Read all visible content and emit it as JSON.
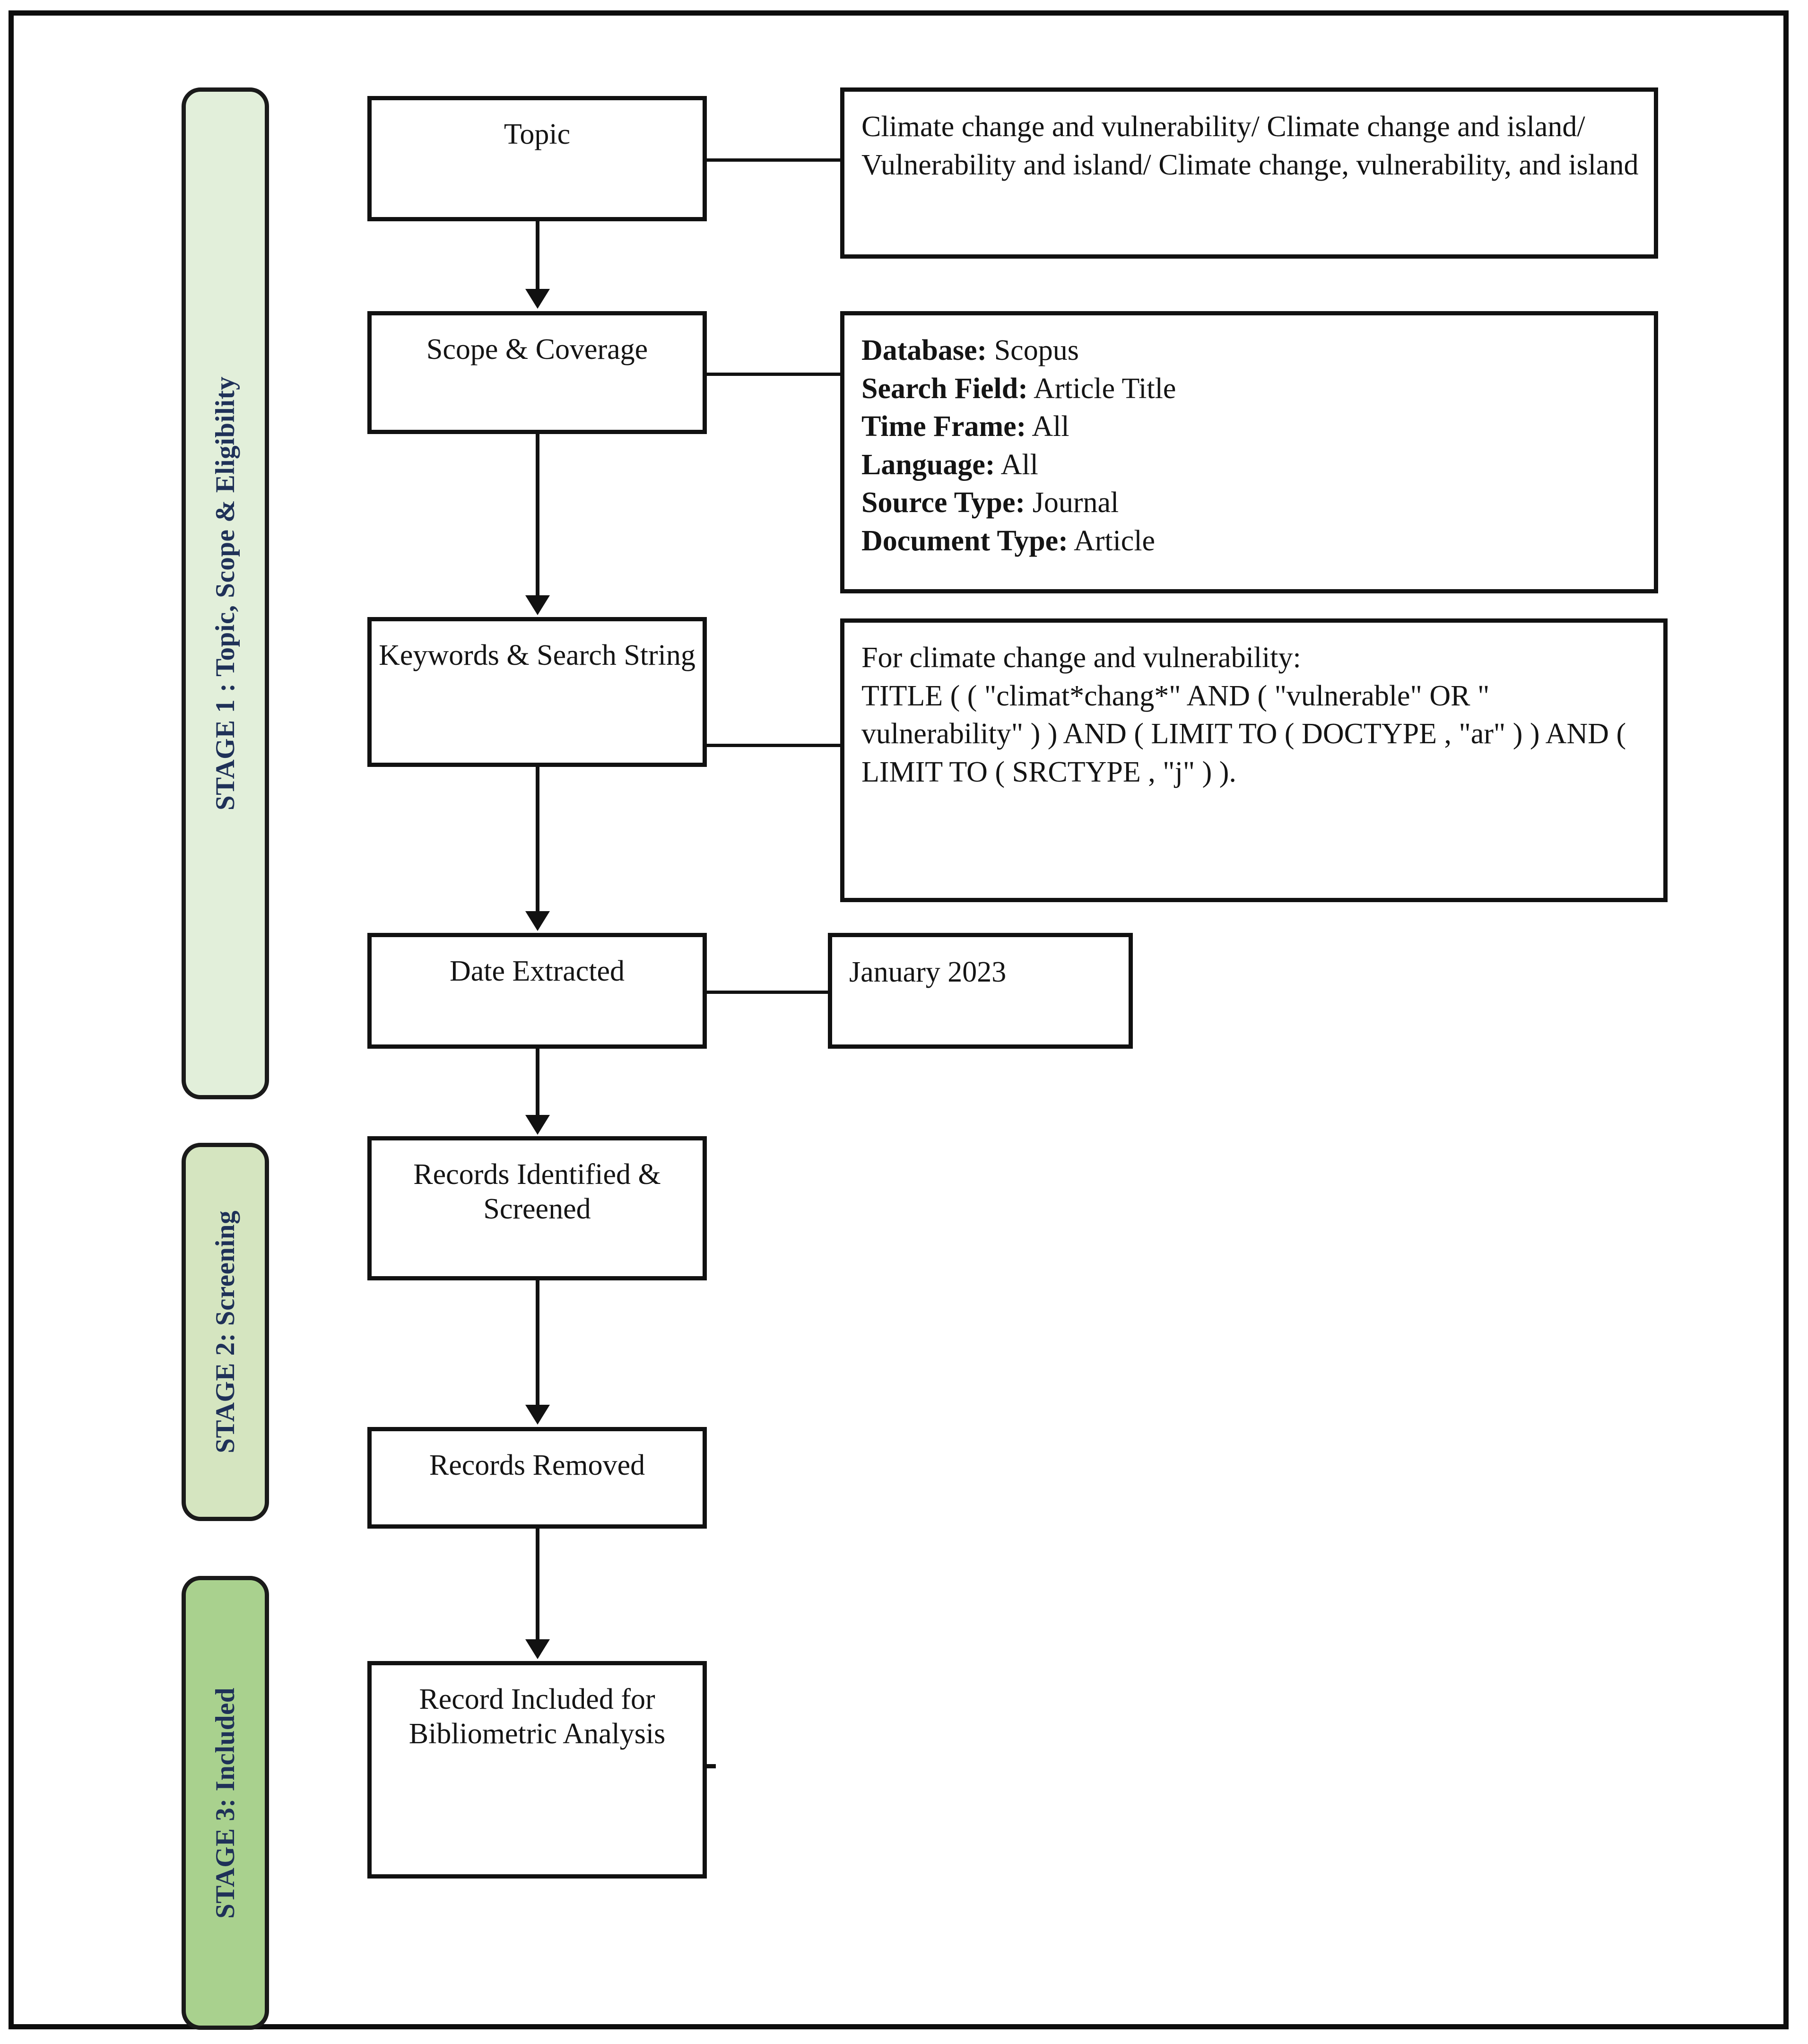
{
  "diagram": {
    "title": "PRISMA-style bibliometric search flow",
    "colors": {
      "stage1_fill": "#e2efda",
      "stage2_fill": "#d5e5c0",
      "stage3_fill": "#a9d18e",
      "stage_label_text": "#1f3158",
      "outline": "#111111"
    },
    "stages": [
      {
        "id": "stage-1",
        "label": "STAGE 1 : Topic, Scope & Eligibility"
      },
      {
        "id": "stage-2",
        "label": "STAGE 2: Screening"
      },
      {
        "id": "stage-3",
        "label": "STAGE 3: Included"
      }
    ],
    "process_boxes": [
      {
        "id": "topic",
        "label": "Topic"
      },
      {
        "id": "scope",
        "label": "Scope & Coverage"
      },
      {
        "id": "keywords",
        "label": "Keywords & Search String"
      },
      {
        "id": "date",
        "label": "Date Extracted"
      },
      {
        "id": "records_id",
        "label": "Records Identified & Screened"
      },
      {
        "id": "records_removed",
        "label": "Records Removed"
      },
      {
        "id": "record_included",
        "label": "Record Included for Bibliometric Analysis"
      }
    ],
    "detail_boxes": {
      "topic": {
        "text": "Climate change and vulnerability/ Climate change and island/ Vulnerability and island/  Climate change, vulnerability, and island"
      },
      "scope": {
        "rows": [
          {
            "label": "Database:",
            "value": " Scopus"
          },
          {
            "label": "Search Field:",
            "value": " Article Title"
          },
          {
            "label": "Time Frame:",
            "value": " All"
          },
          {
            "label": "Language:",
            "value": " All"
          },
          {
            "label": "Source Type:",
            "value": " Journal"
          },
          {
            "label": "Document Type:",
            "value": " Article"
          }
        ]
      },
      "keywords": {
        "intro": "For climate change and vulnerability:",
        "query": "TITLE ( ( \"climat*chang*\"  AND ( \"vulnerable\" OR \" vulnerability\" ) ) AND ( LIMIT TO ( DOCTYPE ,  \"ar\" ) ) AND ( LIMIT TO ( SRCTYPE ,  \"j\" ) )."
      },
      "date": {
        "text": "January 2023"
      }
    }
  }
}
